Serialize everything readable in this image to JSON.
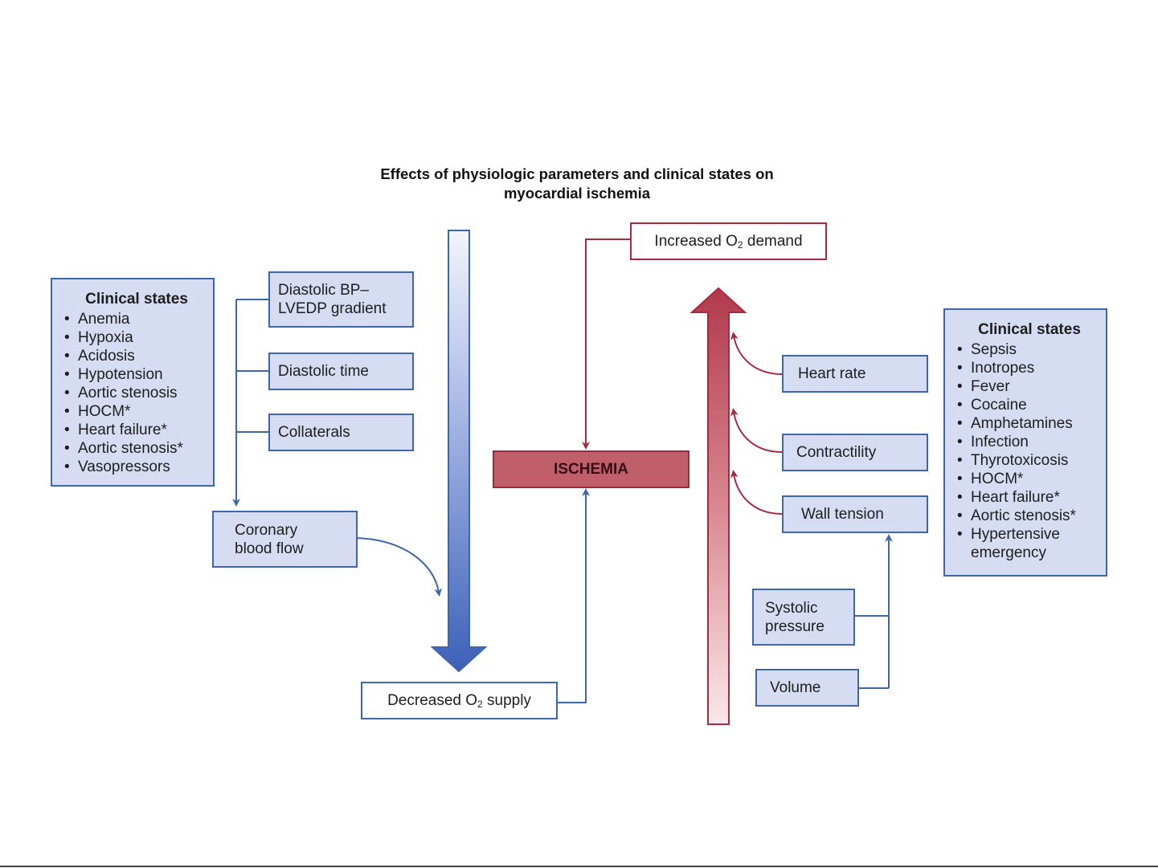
{
  "title": {
    "line1": "Effects of physiologic parameters and clinical states on",
    "line2": "myocardial ischemia"
  },
  "left_clinical": {
    "heading": "Clinical states",
    "items": [
      "Anemia",
      "Hypoxia",
      "Acidosis",
      "Hypotension",
      "Aortic stenosis",
      "HOCM*",
      "Heart failure*",
      "Aortic stenosis*",
      "Vasopressors"
    ]
  },
  "supply_factors": {
    "diastolic_bp_1": "Diastolic BP–",
    "diastolic_bp_2": "LVEDP gradient",
    "diastolic_time": "Diastolic time",
    "collaterals": "Collaterals",
    "coronary_1": "Coronary",
    "coronary_2": "blood flow"
  },
  "decreased_supply": {
    "pre": "Decreased O",
    "sub": "2",
    "post": " supply"
  },
  "increased_demand": {
    "pre": "Increased O",
    "sub": "2",
    "post": " demand"
  },
  "ischemia": "ISCHEMIA",
  "demand_factors": {
    "heart_rate": "Heart rate",
    "contractility": "Contractility",
    "wall_tension": "Wall tension",
    "systolic_1": "Systolic",
    "systolic_2": "pressure",
    "volume": "Volume"
  },
  "right_clinical": {
    "heading": "Clinical states",
    "items": [
      "Sepsis",
      "Inotropes",
      "Fever",
      "Cocaine",
      "Amphetamines",
      "Infection",
      "Thyrotoxicosis",
      "HOCM*",
      "Heart failure*",
      "Aortic stenosis*",
      "Hypertensive",
      "emergency"
    ]
  },
  "colors": {
    "supply_blue": "#3f66ad",
    "box_fill": "#d6dcf1",
    "demand_red": "#a8283e",
    "ischemia_fill": "#c05e6a"
  }
}
